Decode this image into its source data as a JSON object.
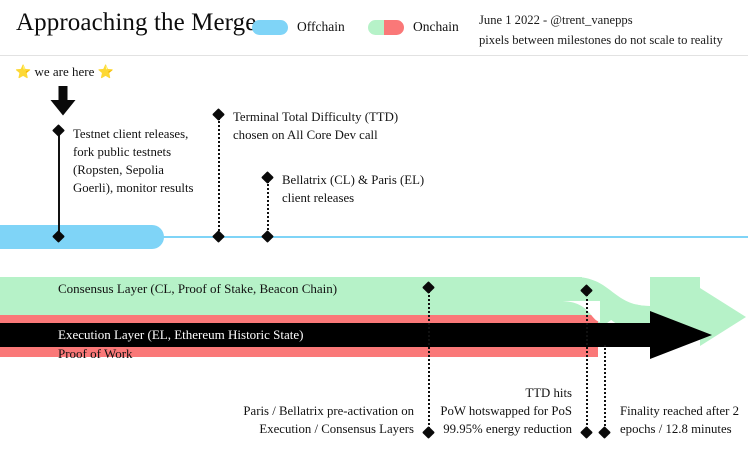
{
  "header": {
    "title": "Approaching the Merge",
    "legend": [
      {
        "label": "Offchain",
        "color_left": "#7fd4f7",
        "color_right": "#7fd4f7",
        "name": "offchain"
      },
      {
        "label": "Onchain",
        "color_left": "#b6f2c8",
        "color_right": "#fa7878",
        "name": "onchain"
      }
    ],
    "meta_line_1": "June 1 2022 - @trent_vanepps",
    "meta_line_2": "pixels between milestones do not scale to reality"
  },
  "you_are_here": {
    "label": "we are here",
    "star_left": "⭐",
    "star_right": "⭐",
    "arrow_icon": "down-arrow-icon"
  },
  "milestones_above": [
    {
      "id": "testnet-releases",
      "line_1": "Testnet client releases,",
      "line_2": "fork public testnets",
      "line_3": "(Ropsten, Sepolia",
      "line_4": "Goerli), monitor results"
    },
    {
      "id": "ttd-chosen",
      "line_1": "Terminal Total Difficulty (TTD)",
      "line_2": "chosen on All Core Dev call"
    },
    {
      "id": "bellatrix-paris",
      "line_1": "Bellatrix (CL) & Paris (EL)",
      "line_2": "client releases"
    }
  ],
  "bars": {
    "consensus_layer": {
      "label": "Consensus Layer (CL, Proof of Stake, Beacon Chain)",
      "color": "#b6f2c8"
    },
    "execution_layer": {
      "label": "Execution Layer (EL, Ethereum Historic State)",
      "color": "#000000"
    },
    "proof_of_work": {
      "label": "Proof of Work",
      "color": "#fa7878"
    }
  },
  "milestones_below": [
    {
      "id": "pre-activation",
      "line_1": "Paris / Bellatrix pre-activation on",
      "line_2": "Execution / Consensus Layers"
    },
    {
      "id": "ttd-hits",
      "line_1": "TTD hits",
      "line_2": "PoW hotswapped for PoS",
      "line_3": "99.95% energy reduction"
    },
    {
      "id": "finality",
      "line_1": "Finality reached after 2",
      "line_2": "epochs / 12.8 minutes"
    }
  ],
  "colors": {
    "offchain_blue": "#7fd4f7",
    "onchain_green": "#b6f2c8",
    "onchain_red": "#fa7878",
    "execution_black": "#000000",
    "text": "#111111"
  }
}
